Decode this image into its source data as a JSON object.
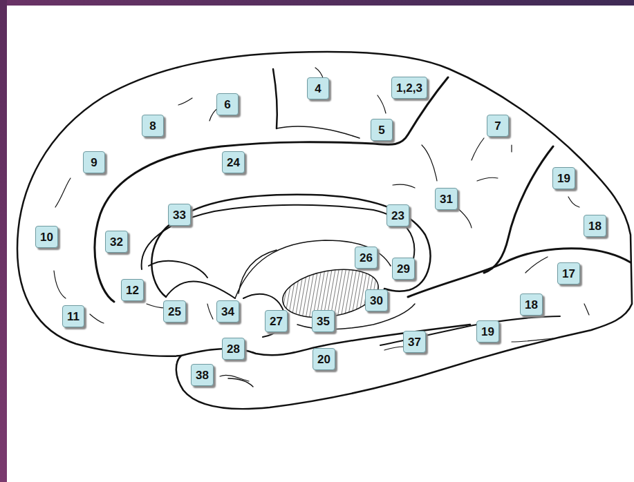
{
  "diagram": {
    "nodes": [
      {
        "text": [
          "4"
        ]
      },
      {
        "text": [
          "1,2,3"
        ]
      },
      {
        "text": [
          "6"
        ]
      },
      {
        "text": [
          "8"
        ]
      },
      {
        "text": [
          "7"
        ]
      },
      {
        "text": [
          "5"
        ]
      },
      {
        "text": [
          "9"
        ]
      },
      {
        "text": [
          "24"
        ]
      },
      {
        "text": [
          "19"
        ]
      },
      {
        "text": [
          "31"
        ]
      },
      {
        "text": [
          "33"
        ]
      },
      {
        "text": [
          "23"
        ]
      },
      {
        "text": [
          "18"
        ]
      },
      {
        "text": [
          "10"
        ]
      },
      {
        "text": [
          "32"
        ]
      },
      {
        "text": [
          "26"
        ]
      },
      {
        "text": [
          "29"
        ]
      },
      {
        "text": [
          "17"
        ]
      },
      {
        "text": [
          "12"
        ]
      },
      {
        "text": [
          "30"
        ]
      },
      {
        "text": [
          "18"
        ]
      },
      {
        "text": [
          "25"
        ]
      },
      {
        "text": [
          "34"
        ]
      },
      {
        "text": [
          "11"
        ]
      },
      {
        "text": [
          "27"
        ]
      },
      {
        "text": [
          "35"
        ]
      },
      {
        "text": [
          "19"
        ]
      },
      {
        "text": [
          "37"
        ]
      },
      {
        "text": [
          "28"
        ]
      },
      {
        "text": [
          "20"
        ]
      },
      {
        "text": [
          "38"
        ]
      }
    ]
  }
}
